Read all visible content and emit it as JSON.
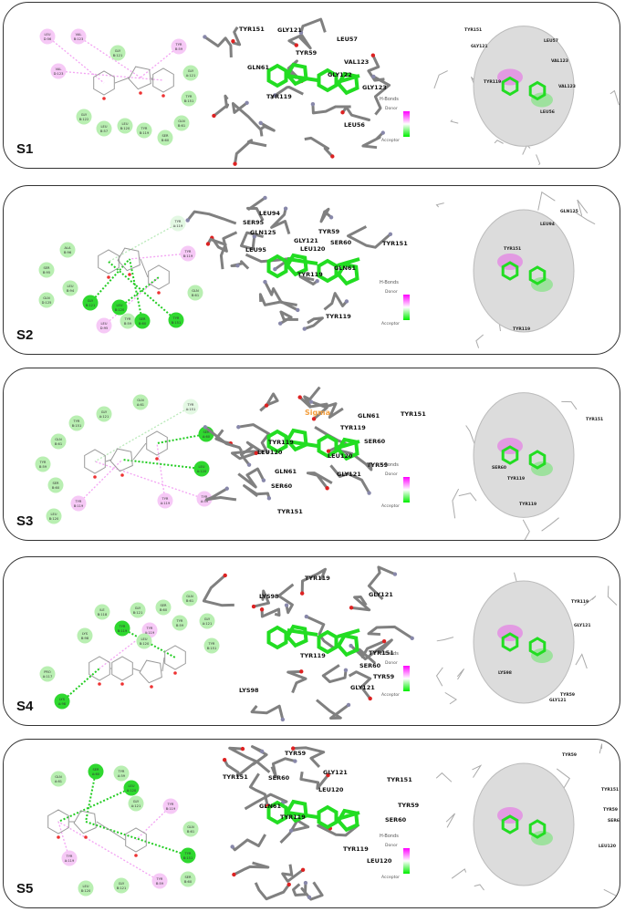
{
  "colors": {
    "van_der_waals": "#b9efb2",
    "conventional_hbond": "#2fd82f",
    "carbon_hbond": "#e3f8e3",
    "pi_alkyl": "#f6c9f6",
    "ligand": "#22dd22",
    "residue_stick": "#808080"
  },
  "legend": {
    "title": "H-Bonds",
    "donor": "Donor",
    "acceptor": "Acceptor"
  },
  "panels": [
    {
      "label": "S1",
      "residues": [
        {
          "name": "LEU",
          "chain": "D:56",
          "type": "pi"
        },
        {
          "name": "VAL",
          "chain": "B:123",
          "type": "pi"
        },
        {
          "name": "VAL",
          "chain": "D:123",
          "type": "pi"
        },
        {
          "name": "GLY",
          "chain": "B:121",
          "type": "vdw"
        },
        {
          "name": "TYR",
          "chain": "B:59",
          "type": "pi"
        },
        {
          "name": "GLY",
          "chain": "A:121",
          "type": "vdw"
        },
        {
          "name": "TYR",
          "chain": "B:151",
          "type": "vdw"
        },
        {
          "name": "GLN",
          "chain": "B:61",
          "type": "vdw"
        },
        {
          "name": "SER",
          "chain": "B:60",
          "type": "vdw"
        },
        {
          "name": "TYR",
          "chain": "B:119",
          "type": "vdw"
        },
        {
          "name": "LEU",
          "chain": "B:120",
          "type": "vdw"
        },
        {
          "name": "LEU",
          "chain": "B:57",
          "type": "vdw"
        },
        {
          "name": "GLY",
          "chain": "B:122",
          "type": "vdw"
        }
      ],
      "labels_3d": [
        "TYR151",
        "GLY121",
        "LEU57",
        "TYR59",
        "GLN61",
        "VAL123",
        "GLY122",
        "GLY123",
        "TYR119",
        "LEU56"
      ],
      "labels_surface": [
        "TYR151",
        "GLY121",
        "LEU57",
        "VAL123",
        "VAL123",
        "TYR119",
        "LEU56"
      ]
    },
    {
      "label": "S2",
      "residues": [
        {
          "name": "ALA",
          "chain": "B:96",
          "type": "vdw"
        },
        {
          "name": "SER",
          "chain": "B:95",
          "type": "vdw"
        },
        {
          "name": "LEU",
          "chain": "B:94",
          "type": "vdw"
        },
        {
          "name": "GLN",
          "chain": "D:125",
          "type": "vdw"
        },
        {
          "name": "GLY",
          "chain": "B:121",
          "type": "hbond"
        },
        {
          "name": "LEU",
          "chain": "B:120",
          "type": "hbond"
        },
        {
          "name": "TYR",
          "chain": "B:59",
          "type": "vdw"
        },
        {
          "name": "SER",
          "chain": "B:60",
          "type": "hbond"
        },
        {
          "name": "LEU",
          "chain": "D:95",
          "type": "pi"
        },
        {
          "name": "TYR",
          "chain": "A:119",
          "type": "chbond"
        },
        {
          "name": "TYR",
          "chain": "B:119",
          "type": "pi"
        },
        {
          "name": "GLN",
          "chain": "B:61",
          "type": "vdw"
        },
        {
          "name": "TYR",
          "chain": "B:151",
          "type": "hbond"
        }
      ],
      "labels_3d": [
        "LEU94",
        "SER95",
        "GLN125",
        "LEU95",
        "GLY121",
        "LEU120",
        "TYR59",
        "SER60",
        "GLN61",
        "TYR119",
        "TYR151",
        "TYR119"
      ],
      "labels_surface": [
        "GLN125",
        "LEU94",
        "TYR151",
        "TYR119"
      ]
    },
    {
      "label": "S3",
      "residues": [
        {
          "name": "GLN",
          "chain": "A:61",
          "type": "vdw"
        },
        {
          "name": "GLY",
          "chain": "A:121",
          "type": "vdw"
        },
        {
          "name": "TYR",
          "chain": "B:151",
          "type": "vdw"
        },
        {
          "name": "GLN",
          "chain": "B:61",
          "type": "vdw"
        },
        {
          "name": "TYR",
          "chain": "B:59",
          "type": "vdw"
        },
        {
          "name": "SER",
          "chain": "B:60",
          "type": "vdw"
        },
        {
          "name": "LEU",
          "chain": "B:120",
          "type": "vdw"
        },
        {
          "name": "TYR",
          "chain": "B:119",
          "type": "pi"
        },
        {
          "name": "TYR",
          "chain": "A:119",
          "type": "pi"
        },
        {
          "name": "TYR",
          "chain": "A:59",
          "type": "pi"
        },
        {
          "name": "LEU",
          "chain": "A:120",
          "type": "hbond"
        },
        {
          "name": "SER",
          "chain": "A:60",
          "type": "hbond"
        },
        {
          "name": "TYR",
          "chain": "A:151",
          "type": "chbond"
        }
      ],
      "labels_3d": [
        "TYR119",
        "LEU120",
        "GLN61",
        "SER60",
        "TYR151",
        "Sigma",
        "GLN61",
        "TYR151",
        "TYR119",
        "SER60",
        "LEU120",
        "TYR59",
        "GLY121"
      ],
      "labels_surface": [
        "TYR151",
        "SER60",
        "TYR119",
        "TYR119"
      ]
    },
    {
      "label": "S4",
      "residues": [
        {
          "name": "ILE",
          "chain": "B:118",
          "type": "vdw"
        },
        {
          "name": "GLY",
          "chain": "B:121",
          "type": "vdw"
        },
        {
          "name": "SER",
          "chain": "B:60",
          "type": "vdw"
        },
        {
          "name": "GLN",
          "chain": "B:61",
          "type": "vdw"
        },
        {
          "name": "TYR",
          "chain": "B:59",
          "type": "vdw"
        },
        {
          "name": "GLY",
          "chain": "A:121",
          "type": "vdw"
        },
        {
          "name": "TYR",
          "chain": "B:151",
          "type": "vdw"
        },
        {
          "name": "TYR",
          "chain": "B:119",
          "type": "hbond"
        },
        {
          "name": "TYR",
          "chain": "A:119",
          "type": "pi"
        },
        {
          "name": "LEU",
          "chain": "B:120",
          "type": "vdw"
        },
        {
          "name": "LYS",
          "chain": "B:98",
          "type": "vdw"
        },
        {
          "name": "PRO",
          "chain": "A:117",
          "type": "vdw"
        },
        {
          "name": "LYS",
          "chain": "A:98",
          "type": "hbond"
        }
      ],
      "labels_3d": [
        "TYR119",
        "LYS98",
        "GLY121",
        "TYR119",
        "TYR151",
        "SER60",
        "TYR59",
        "GLY121",
        "LYS98"
      ],
      "labels_surface": [
        "TYR119",
        "GLY121",
        "LYS98",
        "TYR59",
        "GLY121"
      ]
    },
    {
      "label": "S5",
      "residues": [
        {
          "name": "GLN",
          "chain": "A:61",
          "type": "vdw"
        },
        {
          "name": "SER",
          "chain": "A:60",
          "type": "hbond"
        },
        {
          "name": "TYR",
          "chain": "A:59",
          "type": "vdw"
        },
        {
          "name": "LEU",
          "chain": "A:120",
          "type": "hbond"
        },
        {
          "name": "GLY",
          "chain": "A:121",
          "type": "vdw"
        },
        {
          "name": "TYR",
          "chain": "B:119",
          "type": "pi"
        },
        {
          "name": "GLN",
          "chain": "B:61",
          "type": "vdw"
        },
        {
          "name": "TYR",
          "chain": "B:151",
          "type": "hbond"
        },
        {
          "name": "SER",
          "chain": "B:60",
          "type": "vdw"
        },
        {
          "name": "TYR",
          "chain": "B:59",
          "type": "pi"
        },
        {
          "name": "GLY",
          "chain": "B:121",
          "type": "vdw"
        },
        {
          "name": "LEU",
          "chain": "B:120",
          "type": "vdw"
        },
        {
          "name": "TYR",
          "chain": "A:119",
          "type": "pi"
        }
      ],
      "labels_3d": [
        "TYR59",
        "TYR151",
        "SER60",
        "GLY121",
        "LEU120",
        "GLN61",
        "TYR119",
        "TYR151",
        "TYR59",
        "SER60",
        "TYR119",
        "LEU120"
      ],
      "labels_surface": [
        "TYR59",
        "TYR151",
        "TYR59",
        "SER60",
        "LEU120"
      ]
    }
  ]
}
